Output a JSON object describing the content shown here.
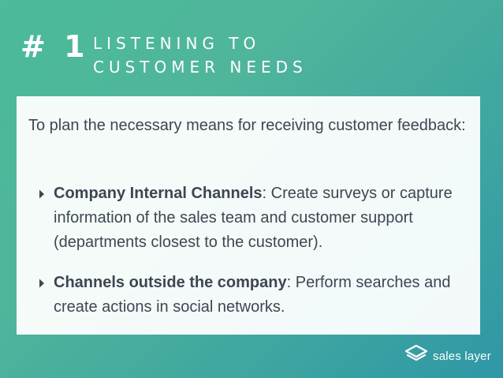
{
  "slide": {
    "number": "# 1",
    "heading_line1": "LISTENING TO",
    "heading_line2": "CUSTOMER NEEDS"
  },
  "content": {
    "intro": "To plan the necessary means for receiving customer feedback:",
    "bullets": [
      {
        "title": "Company Internal Channels",
        "separator": ":",
        "text": " Create surveys or capture information of the sales team and customer support (departments closest to the customer)."
      },
      {
        "title": "Channels outside the company",
        "separator": ":",
        "text": " Perform searches and create actions in social networks."
      }
    ]
  },
  "brand": {
    "logo_text": "sales layer",
    "logo_icon": "stacked-layers-icon"
  },
  "colors": {
    "background_start": "#4bbb9a",
    "background_end": "#2f97a6",
    "text_dark": "#3e4652",
    "white": "#ffffff"
  }
}
